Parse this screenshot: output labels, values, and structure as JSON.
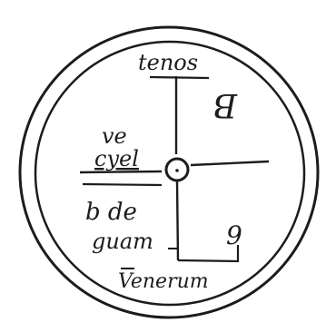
{
  "diagram": {
    "labels": {
      "top": "tenos",
      "top_right": "B",
      "left_upper_1": "ve",
      "left_upper_2": "cyel",
      "left_lower_1": "b de",
      "left_lower_2": "guam",
      "bottom_right": "9",
      "bottom": "Venerum"
    },
    "colors": {
      "ink": "#1c1c1c",
      "paper": "#ffffff"
    }
  }
}
